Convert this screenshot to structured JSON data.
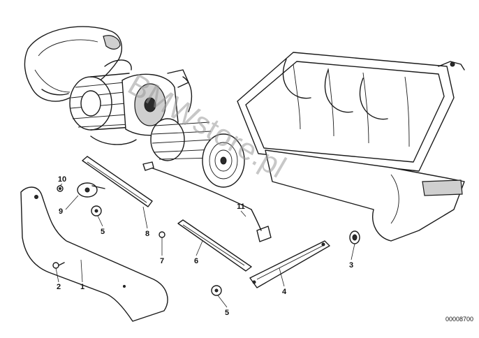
{
  "diagram": {
    "watermark": "BMWstore.pl",
    "reference_number": "00008700",
    "callouts": [
      {
        "id": "c1",
        "label": "1"
      },
      {
        "id": "c2",
        "label": "2"
      },
      {
        "id": "c3",
        "label": "3"
      },
      {
        "id": "c4",
        "label": "4"
      },
      {
        "id": "c5a",
        "label": "5"
      },
      {
        "id": "c5b",
        "label": "5"
      },
      {
        "id": "c6",
        "label": "6"
      },
      {
        "id": "c7",
        "label": "7"
      },
      {
        "id": "c8",
        "label": "8"
      },
      {
        "id": "c9",
        "label": "9"
      },
      {
        "id": "c10",
        "label": "10"
      },
      {
        "id": "c11",
        "label": "11"
      }
    ]
  }
}
